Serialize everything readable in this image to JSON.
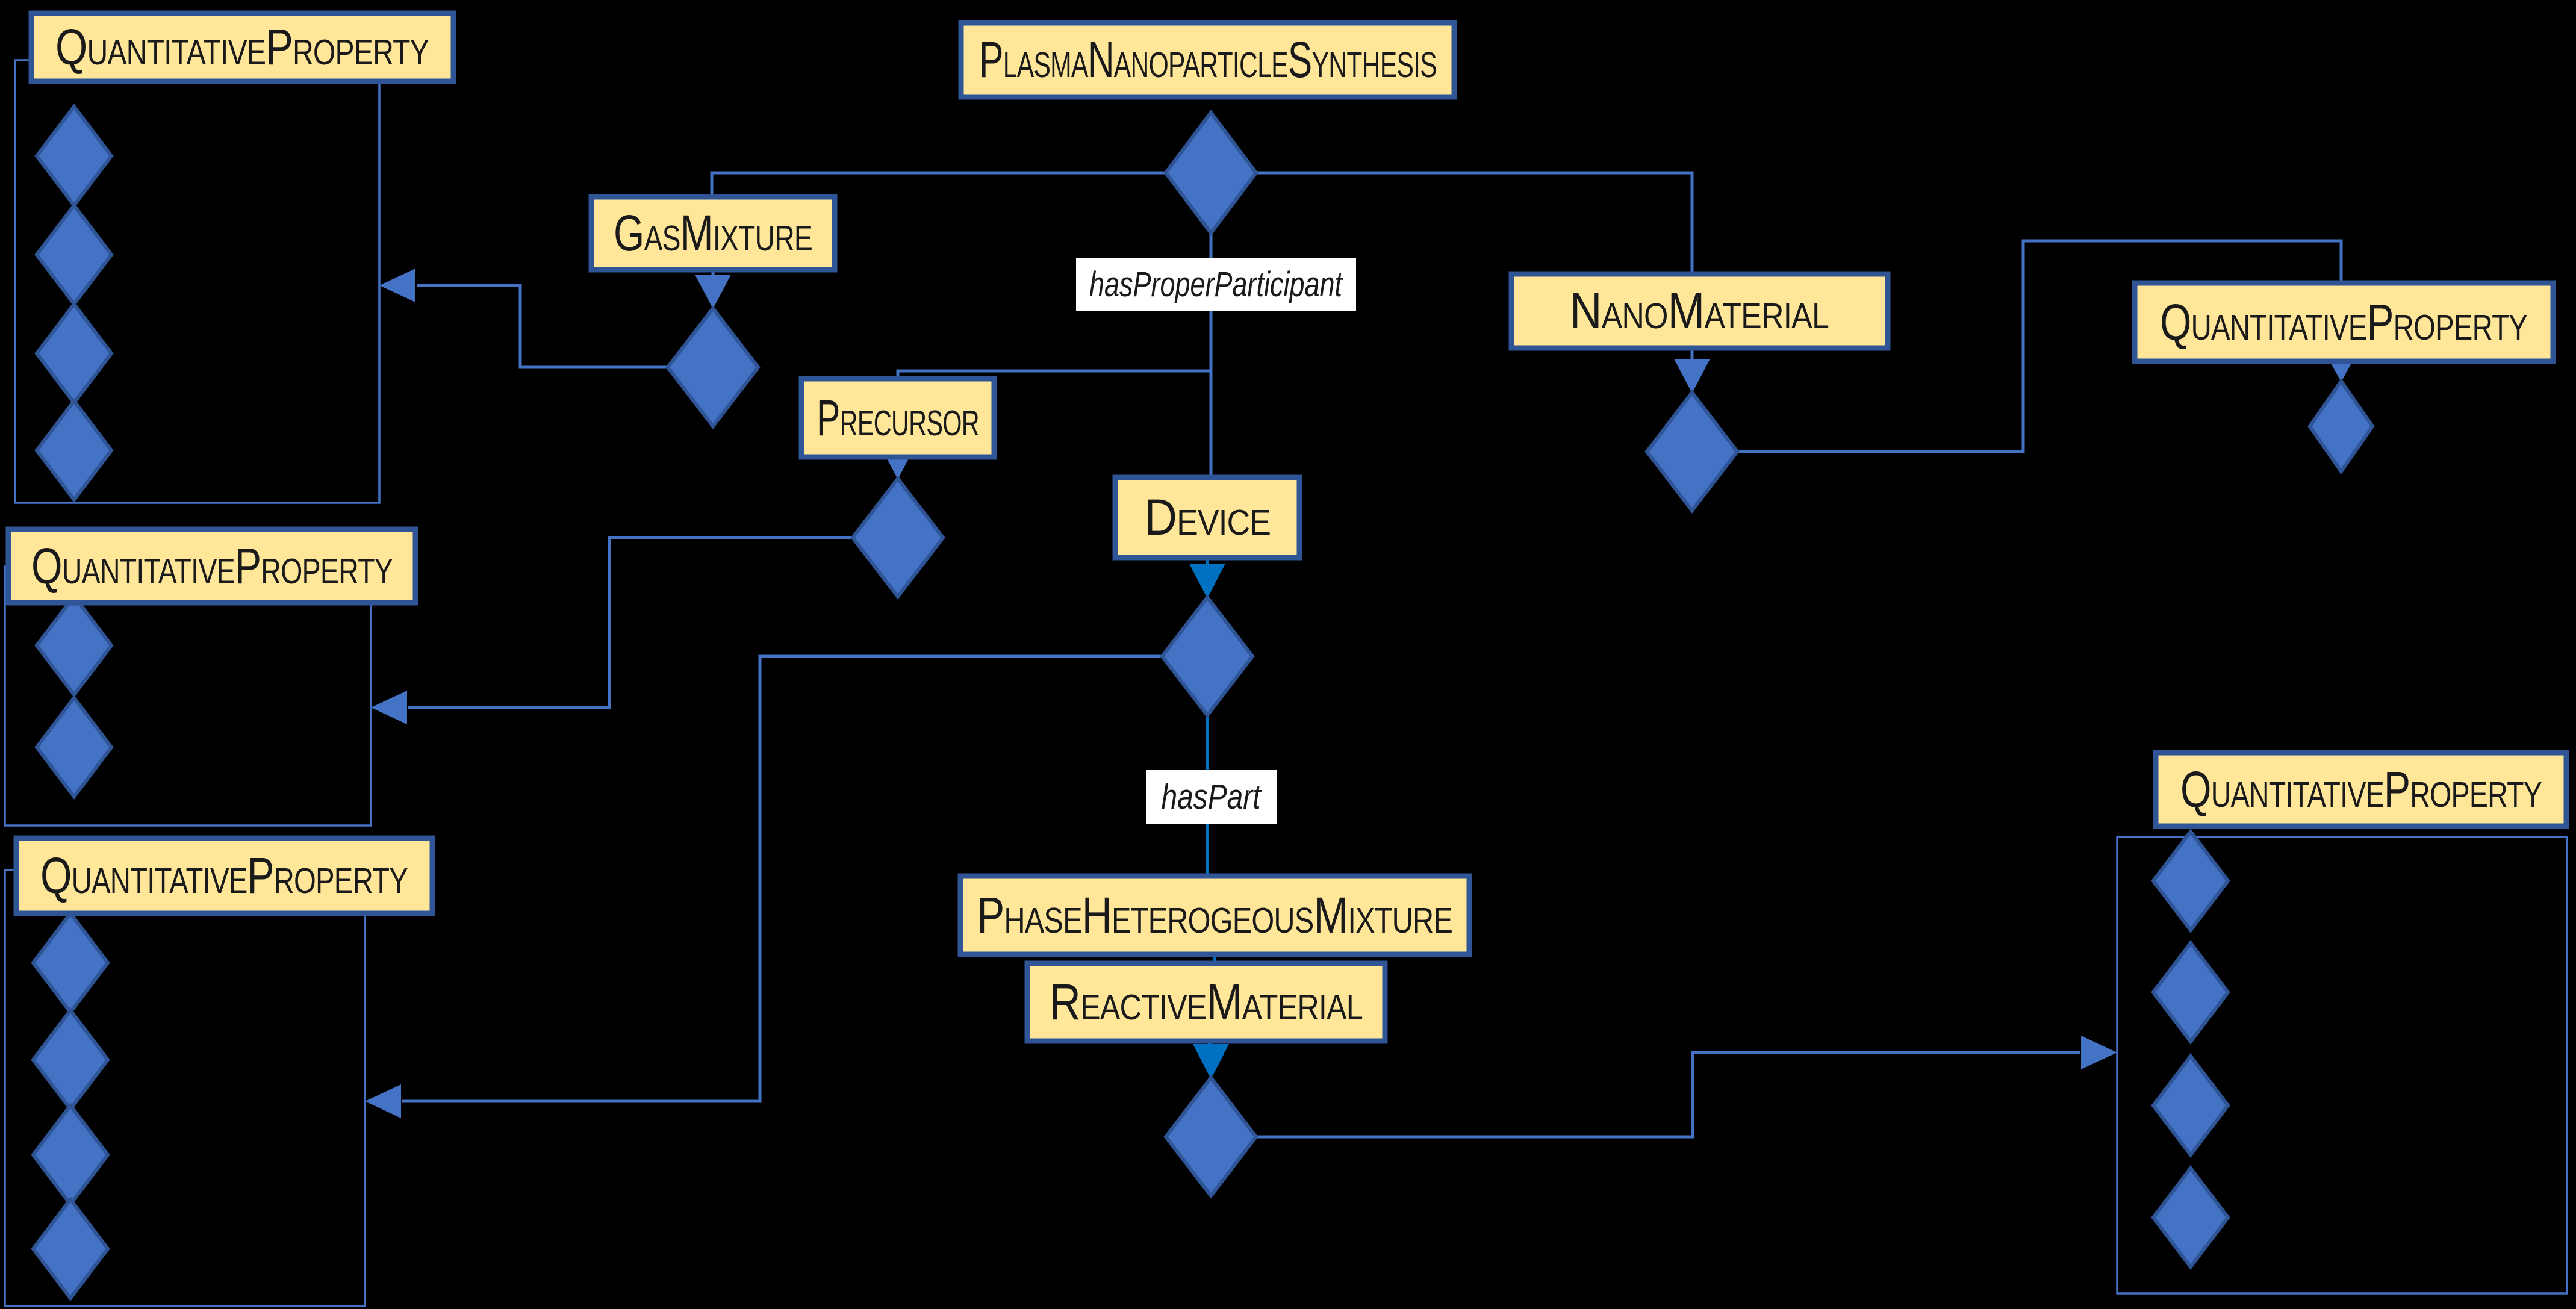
{
  "diagram": {
    "colors": {
      "background": "#000000",
      "node_fill": "#FFE699",
      "node_border": "#2F5597",
      "diamond_fill": "#4472C4",
      "diamond_border": "#2F5597",
      "connector": "#4472C4",
      "connector_accent": "#0070C0",
      "group_border": "#4472C4",
      "label_bg": "#FFFFFF",
      "label_text": "#1A1A1A",
      "node_text": "#1A1A1A"
    },
    "nodes": {
      "plasma_synthesis": "PlasmaNanoparticleSynthesis",
      "gas_mixture": "GasMixture",
      "precursor": "Precursor",
      "nano_material": "NanoMaterial",
      "device": "Device",
      "phase_mixture": "PhaseHeterogeousMixture",
      "reactive_material": "ReactiveMaterial",
      "qp_top_left": "QuantitativeProperty",
      "qp_mid_left": "QuantitativeProperty",
      "qp_bottom_left": "QuantitativeProperty",
      "qp_top_right": "QuantitativeProperty",
      "qp_bottom_right": "QuantitativeProperty"
    },
    "edge_labels": {
      "has_proper_participant": "hasProperParticipant",
      "has_part": "hasPart"
    }
  }
}
